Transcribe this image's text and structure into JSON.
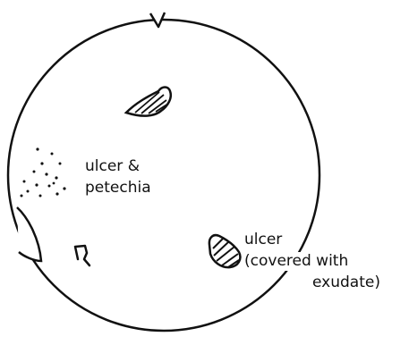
{
  "labels": {
    "ulcer_petechia_line1": "ulcer &",
    "ulcer_petechia_line2": "petechia",
    "ulcer_exudate_line1": "ulcer",
    "ulcer_exudate_line2": "(covered with",
    "ulcer_exudate_line3": "exudate)"
  },
  "colors": {
    "ink": "#111111",
    "background": "#ffffff"
  }
}
